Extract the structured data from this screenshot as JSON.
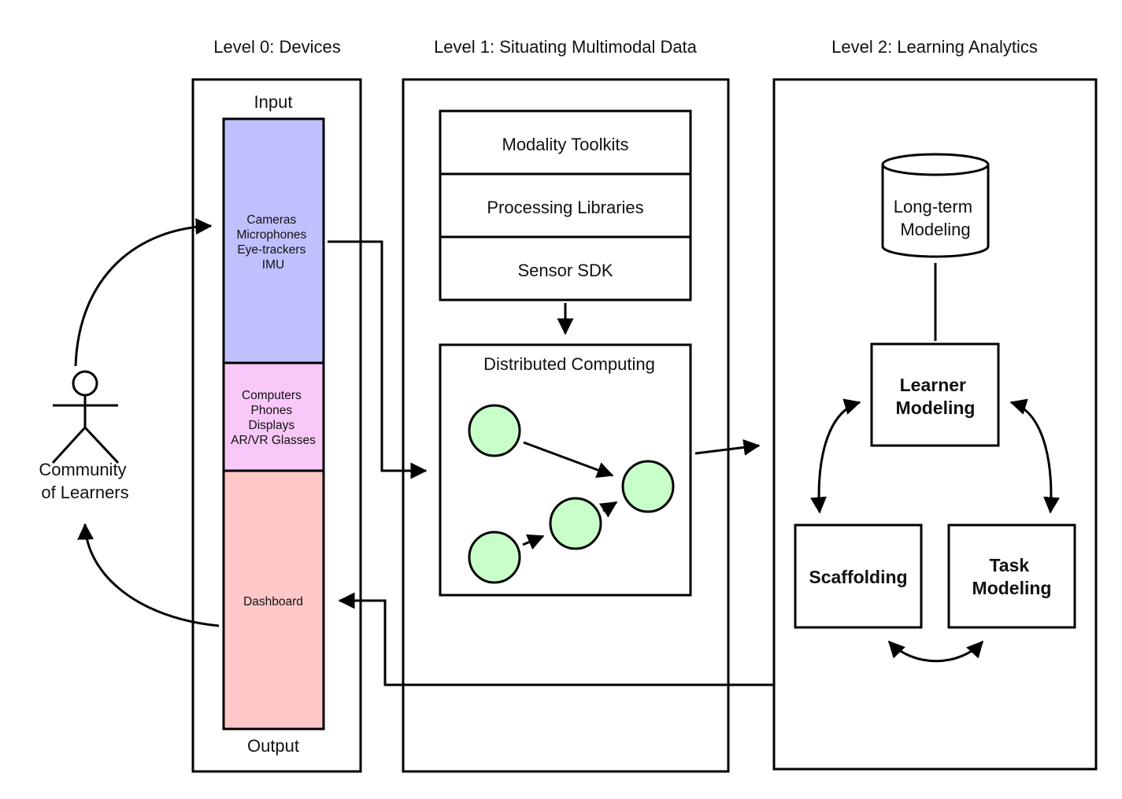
{
  "levels": {
    "level0": "Level 0: Devices",
    "level1": "Level 1: Situating Multimodal Data",
    "level2": "Level 2: Learning Analytics"
  },
  "devices": {
    "input_label": "Input",
    "output_label": "Output",
    "sensors": [
      "Cameras",
      "Microphones",
      "Eye-trackers",
      "IMU"
    ],
    "computing": [
      "Computers",
      "Phones",
      "Displays",
      "AR/VR Glasses"
    ],
    "output_device": "Dashboard",
    "colors": {
      "sensors": "#c0c0ff",
      "computing": "#f8c8f8",
      "output": "#ffc8c8"
    }
  },
  "learners": {
    "line1": "Community",
    "line2": "of Learners",
    "icon": "person-icon"
  },
  "situating": {
    "stack": [
      "Modality Toolkits",
      "Processing Libraries",
      "Sensor SDK"
    ],
    "distributed_title": "Distributed Computing",
    "node_color": "#c8ffc8"
  },
  "analytics": {
    "longterm": [
      "Long-term",
      "Modeling"
    ],
    "learner": [
      "Learner",
      "Modeling"
    ],
    "scaffolding": "Scaffolding",
    "task": [
      "Task",
      "Modeling"
    ]
  }
}
